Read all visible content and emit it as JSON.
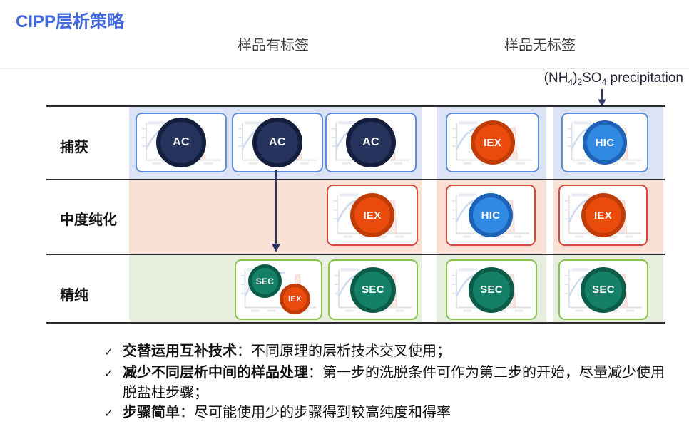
{
  "title": "CIPP层析策略",
  "column_headers": {
    "labeled": "样品有标签",
    "unlabeled": "样品无标签"
  },
  "precipitation": {
    "part1": "(NH",
    "sub1": "4",
    "part2": ")",
    "sub2": "2",
    "part3": "SO",
    "sub3": "4",
    "part4": " precipitation"
  },
  "stages": {
    "rows": [
      {
        "label": "捕获",
        "cards": [
          {
            "tech": "AC"
          },
          {
            "tech": "AC"
          },
          {
            "tech": "AC"
          },
          {
            "tech": "IEX"
          },
          {
            "tech": "HIC"
          }
        ]
      },
      {
        "label": "中度纯化",
        "cards": [
          {
            "tech": "IEX"
          },
          {
            "tech": "HIC"
          },
          {
            "tech": "IEX"
          }
        ]
      },
      {
        "label": "精纯",
        "cards": [
          {
            "tech": "SEC",
            "tech2": "IEX"
          },
          {
            "tech": "SEC"
          },
          {
            "tech": "SEC"
          },
          {
            "tech": "SEC"
          }
        ]
      }
    ]
  },
  "notes": [
    {
      "check": "✓",
      "bold": "交替运用互补技术",
      "text": "：不同原理的层析技术交叉使用；"
    },
    {
      "check": "✓",
      "bold": "减少不同层析中间的样品处理",
      "text": "：第一步的洗脱条件可作为第二步的开始，尽量减少使用脱盐柱步骤；"
    },
    {
      "check": "✓",
      "bold": "步骤简单",
      "text": "：尽可能使用少的步骤得到较高纯度和得率"
    }
  ],
  "colors": {
    "title_blue": "#4468dd",
    "capture_panel": "#dbe3f5",
    "intermediate_panel": "#f9e2d5",
    "polish_panel": "#e9efde",
    "ac_badge": "#25335d",
    "iex_badge": "#ea4b0d",
    "hic_badge": "#3089e3",
    "sec_badge": "#138067",
    "capture_card_border": "#5f8ed8",
    "intermediate_card_border": "#d8473b",
    "polish_card_border": "#87c34d",
    "arrow": "#2e3465"
  }
}
